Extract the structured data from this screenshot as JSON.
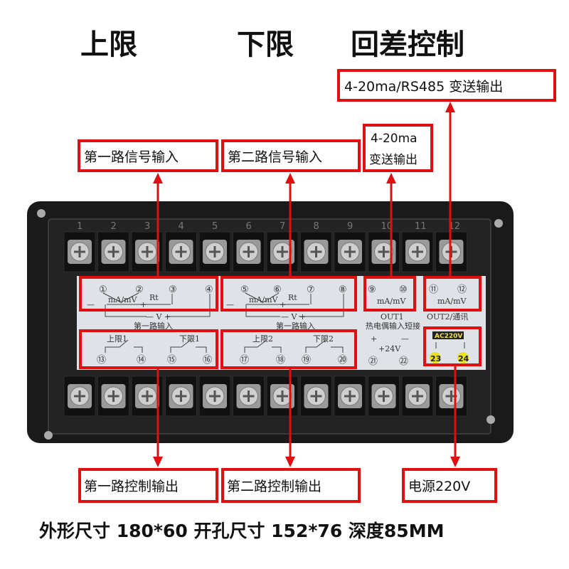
{
  "titles": {
    "upper": "上限",
    "lower": "下限",
    "hysteresis": "回差控制"
  },
  "callouts": {
    "transmit_rs485": "4-20ma/RS485 变送输出",
    "signal_input_1": "第一路信号输入",
    "signal_input_2": "第二路信号输入",
    "out_420_line1": "4-20ma",
    "out_420_line2": "变送输出",
    "control_output_1": "第一路控制输出",
    "control_output_2": "第二路控制输出",
    "power": "电源220V"
  },
  "terminal_numbers_top": [
    "1",
    "2",
    "3",
    "4",
    "5",
    "6",
    "7",
    "8",
    "9",
    "10",
    "11",
    "12"
  ],
  "panel": {
    "input1": {
      "pins": [
        "①",
        "②",
        "③",
        "④"
      ],
      "sensor": "mA/mV",
      "rt": "Rt",
      "minus": "—",
      "plus": "+",
      "v": "— V +",
      "caption": "第一路输入"
    },
    "input2": {
      "pins": [
        "⑤",
        "⑥",
        "⑦",
        "⑧"
      ],
      "sensor": "mA/mV",
      "rt": "Rt",
      "minus": "—",
      "plus": "+",
      "v": "— V +",
      "caption": "第一路输入"
    },
    "out1": {
      "pins": [
        "⑨",
        "⑩"
      ],
      "sensor": "mA/mV",
      "caption": "OUT1",
      "note": "热电偶输入短接"
    },
    "out2": {
      "pins": [
        "⑪",
        "⑫"
      ],
      "sensor": "mA/mV",
      "caption": "OUT2/通讯"
    },
    "relay1": {
      "upper": "上限1",
      "lower": "下限1",
      "pins": [
        "⑬",
        "⑭",
        "⑮",
        "⑯"
      ]
    },
    "relay2": {
      "upper": "上限2",
      "lower": "下限2",
      "pins": [
        "⑰",
        "⑱",
        "⑲",
        "⑳"
      ]
    },
    "supply": {
      "plus": "+",
      "minus": "—",
      "label": "+24V",
      "pins": [
        "㉑",
        "㉒"
      ]
    },
    "power": {
      "badge": "AC220V",
      "pins": [
        "23",
        "24"
      ]
    }
  },
  "footer": "外形尺寸 180*60 开孔尺寸 152*76 深度85MM",
  "colors": {
    "callout_red": "#e01010",
    "device_body": "#1a1a1a",
    "panel": "#dfe2e6",
    "pin_highlight": "#e8e020"
  }
}
